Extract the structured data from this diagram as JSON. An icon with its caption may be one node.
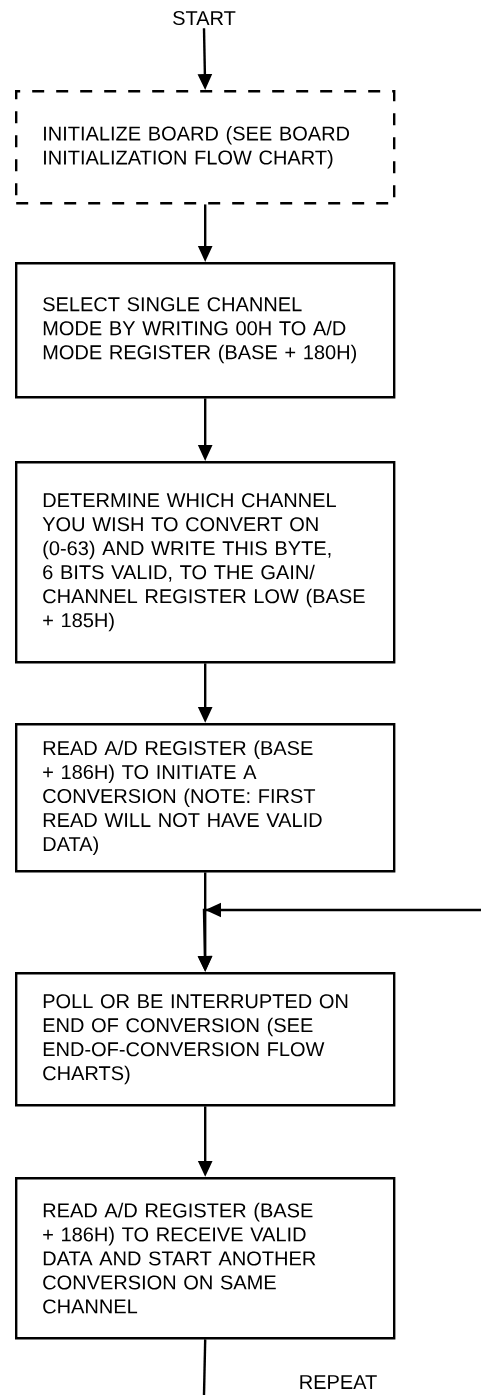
{
  "diagram": {
    "nodes": [
      {
        "text": [
          "START"
        ]
      },
      {
        "text": [
          "INITIALIZE BOARD (SEE BOARD INITIALIZATION FLOW CHART)"
        ]
      },
      {
        "text": [
          "SELECT SINGLE CHANNEL MODE BY WRITING 00H TO A/D MODE REGISTER (BASE + 180H)"
        ]
      },
      {
        "text": [
          "DETERMINE WHICH CHANNEL YOU WISH TO CONVERT ON (0-63) AND WRITE THIS BYTE, 6 BITS VALID, TO THE GAIN/ CHANNEL REGISTER LOW (BASE + 185H)"
        ]
      },
      {
        "text": [
          "READ A/D REGISTER (BASE + 186H) TO INITIATE A CONVERSION (NOTE: FIRST READ WILL NOT HAVE VALID DATA)"
        ]
      },
      {
        "text": [
          "POLL OR BE INTERRUPTED ON END OF CONVERSION (SEE END-OF-CONVERSION FLOW CHARTS)"
        ]
      },
      {
        "text": [
          "READ A/D REGISTER (BASE + 186H) TO RECEIVE VALID DATA AND START ANOTHER CONVERSION ON SAME CHANNEL"
        ]
      }
    ],
    "edges": [
      {
        "from": 0,
        "to": 1,
        "arrow": "to"
      },
      {
        "from": 1,
        "to": 2,
        "arrow": "to"
      },
      {
        "from": 2,
        "to": 3,
        "arrow": "to"
      },
      {
        "from": 3,
        "to": 4,
        "arrow": "to"
      },
      {
        "from": 4,
        "to": 5,
        "arrow": "to"
      },
      {
        "from": null,
        "to": 5,
        "arrow": "to"
      },
      {
        "from": 5,
        "to": 6,
        "arrow": "to"
      },
      {
        "from": 6,
        "to": null,
        "arrow": "none"
      }
    ],
    "labels": [
      "REPEAT"
    ]
  }
}
